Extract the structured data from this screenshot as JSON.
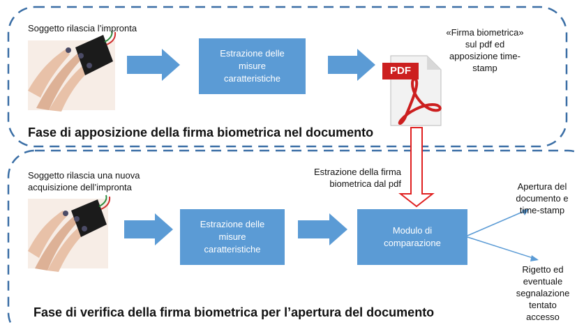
{
  "top_section": {
    "subject_label": "Soggetto rilascia l’impronta",
    "extract_box": [
      "Estrazione delle",
      "misure",
      "caratteristiche"
    ],
    "pdf_icon_label": "PDF",
    "pdf_caption": [
      "«Firma biometrica»",
      "sul pdf ed",
      "apposizione time-",
      "stamp"
    ],
    "title": "Fase di apposizione della firma biometrica nel documento"
  },
  "bottom_section": {
    "subject_label": [
      "Soggetto rilascia  una nuova",
      "acquisizione dell’impronta"
    ],
    "extract_pdf_label": [
      "Estrazione della firma",
      "biometrica dal pdf"
    ],
    "extract_box": [
      "Estrazione delle",
      "misure",
      "caratteristiche"
    ],
    "compare_box": [
      "Modulo di",
      "comparazione"
    ],
    "outcome_open": [
      "Apertura del",
      "documento e",
      "time-stamp"
    ],
    "outcome_reject": [
      "Rigetto ed",
      "eventuale",
      "segnalazione",
      "tentato",
      "accesso"
    ],
    "title": "Fase di verifica della firma biometrica per l’apertura del documento"
  },
  "colors": {
    "dashed_border": "#3a6ea5",
    "box_fill": "#5b9bd5",
    "arrow_fill": "#5b9bd5",
    "down_arrow_stroke": "#e02020",
    "pdf_red": "#cc1f1f",
    "skin": "#e8c1a8",
    "sensor": "#1b1b1b"
  },
  "icons": [
    "fingerprint-scanner-icon",
    "pdf-file-icon"
  ]
}
